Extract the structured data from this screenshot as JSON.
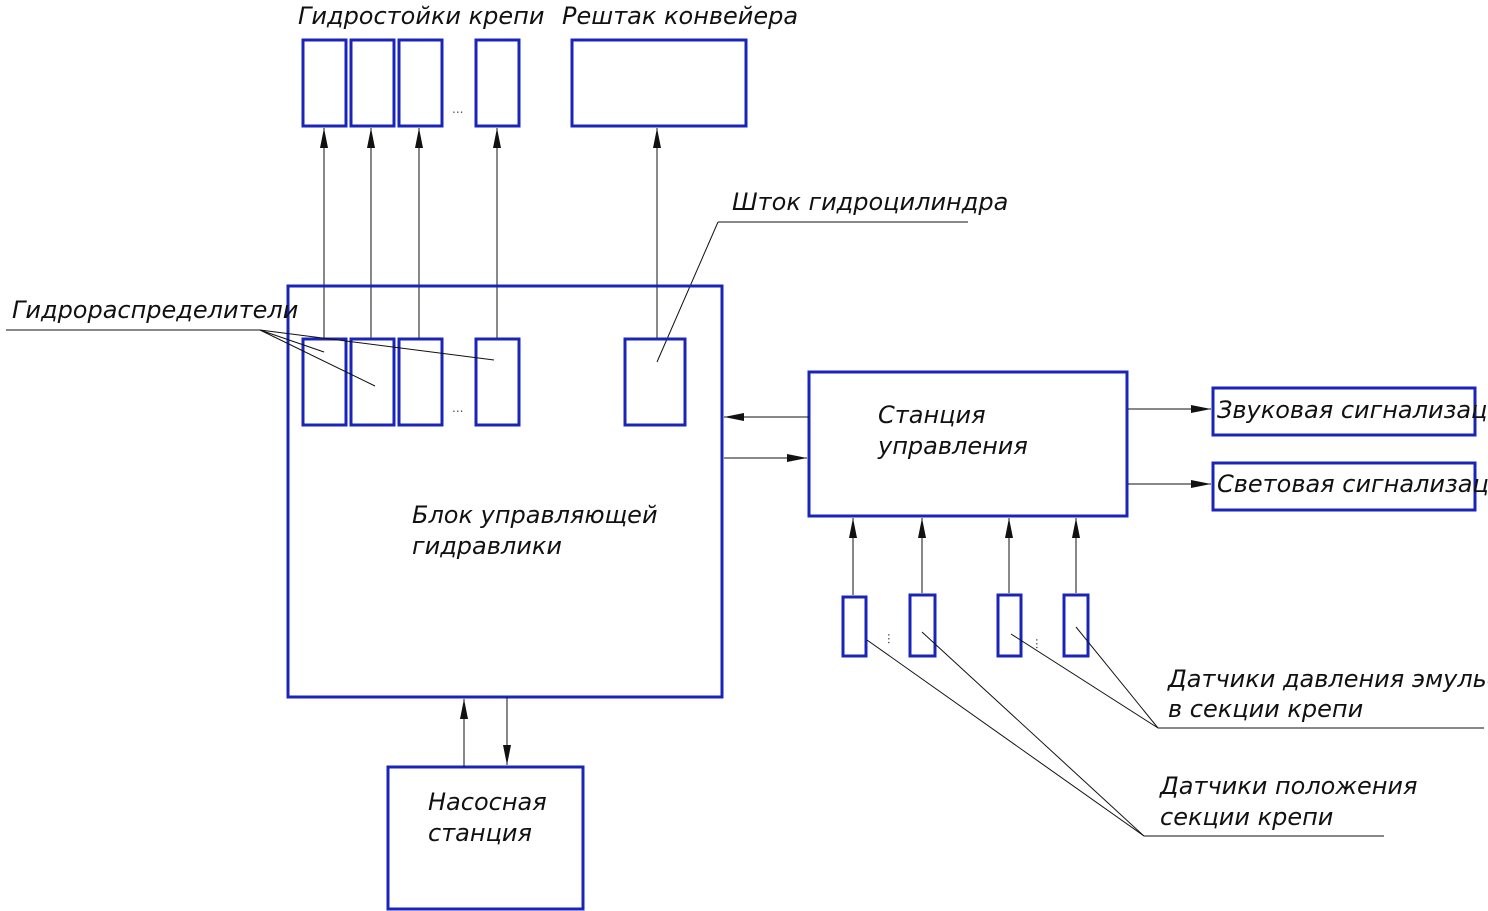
{
  "labels": {
    "hydro_stands": "Гидростойки крепи",
    "conveyor_grate": "Рештак конвейера",
    "cylinder_rod": "Шток гидроцилиндра",
    "distributors": "Гидрораспределители",
    "control_block_line1": "Блок управляющей",
    "control_block_line2": "гидравлики",
    "control_station_line1": "Станция",
    "control_station_line2": "управления",
    "sound_alarm": "Звуковая сигнализация",
    "light_alarm": "Световая сигнализация",
    "pump_station_line1": "Насосная",
    "pump_station_line2": "станция",
    "pressure_sensors_line1": "Датчики давления эмульсии",
    "pressure_sensors_line2": "в секции крепи",
    "position_sensors_line1": "Датчики положения",
    "position_sensors_line2": "секции крепи"
  },
  "ellipsis": "...",
  "colors": {
    "box_stroke": "#1a24b8",
    "line": "#111111"
  }
}
